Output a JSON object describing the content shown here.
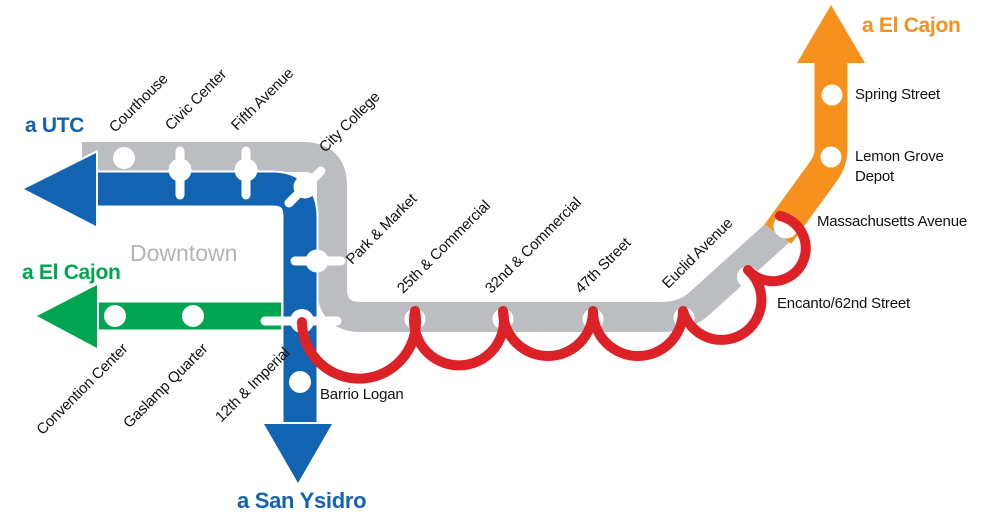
{
  "colors": {
    "blue": "#1263b2",
    "green": "#00a551",
    "orange": "#f6911e",
    "red": "#dc2127",
    "gray": "#bbbdc0",
    "label": "#111111",
    "downtown": "#b2b4b6"
  },
  "terminals": {
    "utc": "a UTC",
    "el_cajon_green": "a El Cajon",
    "el_cajon_orange": "a El Cajon",
    "san_ysidro": "a San Ysidro"
  },
  "area_label": "Downtown",
  "stations": {
    "courthouse": "Courthouse",
    "civic_center": "Civic Center",
    "fifth_avenue": "Fifth Avenue",
    "city_college": "City College",
    "park_market": "Park & Market",
    "commercial_25": "25th & Commercial",
    "commercial_32": "32nd & Commercial",
    "street_47": "47th Street",
    "euclid": "Euclid Avenue",
    "encanto": "Encanto/62nd Street",
    "massachusetts": "Massachusetts Avenue",
    "lemon_grove": "Lemon Grove Depot",
    "spring_street": "Spring Street",
    "barrio_logan": "Barrio Logan",
    "convention_center": "Convention Center",
    "gaslamp_quarter": "Gaslamp Quarter",
    "twelfth_imperial": "12th & Imperial"
  }
}
